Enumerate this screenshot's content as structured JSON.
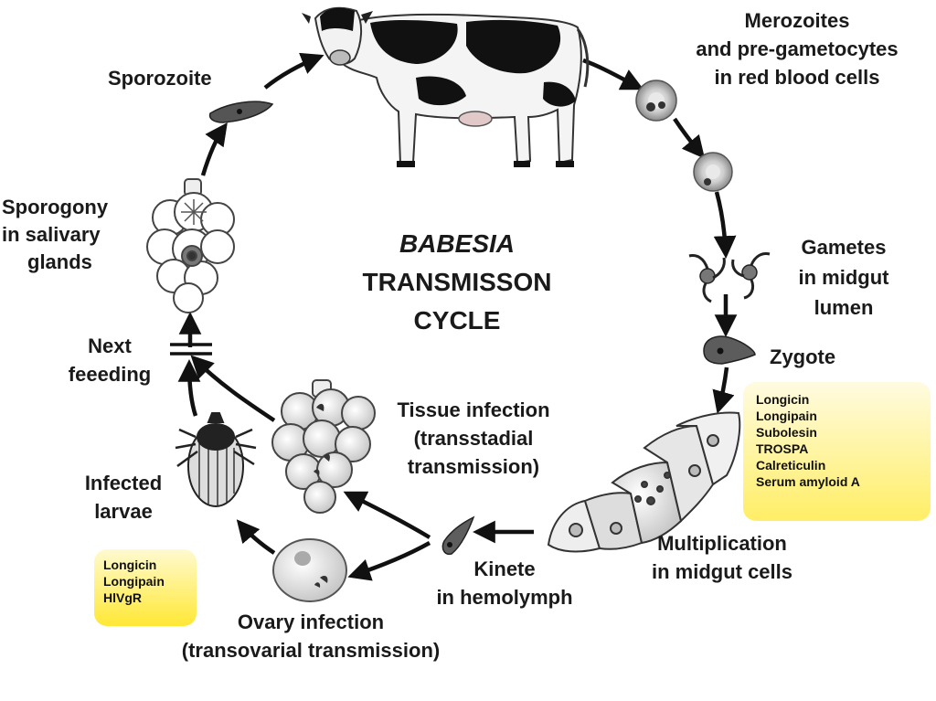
{
  "title": {
    "line1": "BABESIA",
    "line2": "TRANSMISSON",
    "line3": "CYCLE"
  },
  "stages": {
    "sporozoite": "Sporozoite",
    "merozoites": [
      "Merozoites",
      "and pre-gametocytes",
      "in red blood cells"
    ],
    "gametes": [
      "Gametes",
      "in midgut",
      "lumen"
    ],
    "zygote": "Zygote",
    "multiplication": [
      "Multiplication",
      "in midgut cells"
    ],
    "kinete": [
      "Kinete",
      "in hemolymph"
    ],
    "ovary": [
      "Ovary infection",
      "(transovarial transmission)"
    ],
    "tissue": [
      "Tissue infection",
      "(transstadial",
      "transmission)"
    ],
    "larvae": [
      "Infected",
      "larvae"
    ],
    "feeding": [
      "Next",
      "feeeding"
    ],
    "sporogony": [
      "Sporogony",
      "in salivary",
      "glands"
    ]
  },
  "boxes": {
    "midgut_antigens": [
      "Longicin",
      "Longipain",
      "Subolesin",
      "TROSPA",
      "Calreticulin",
      "Serum amyloid A"
    ],
    "ovary_antigens": [
      "Longicin",
      "Longipain",
      "HlVgR"
    ]
  },
  "colors": {
    "box_yellow": "#ffee66",
    "ink": "#1a1a1a"
  },
  "icons": [
    "cow",
    "red-blood-cell",
    "gamete",
    "zygote",
    "midgut-cell",
    "kinete",
    "ovary-cell",
    "salivary-gland",
    "tick-larva",
    "sporozoite"
  ]
}
